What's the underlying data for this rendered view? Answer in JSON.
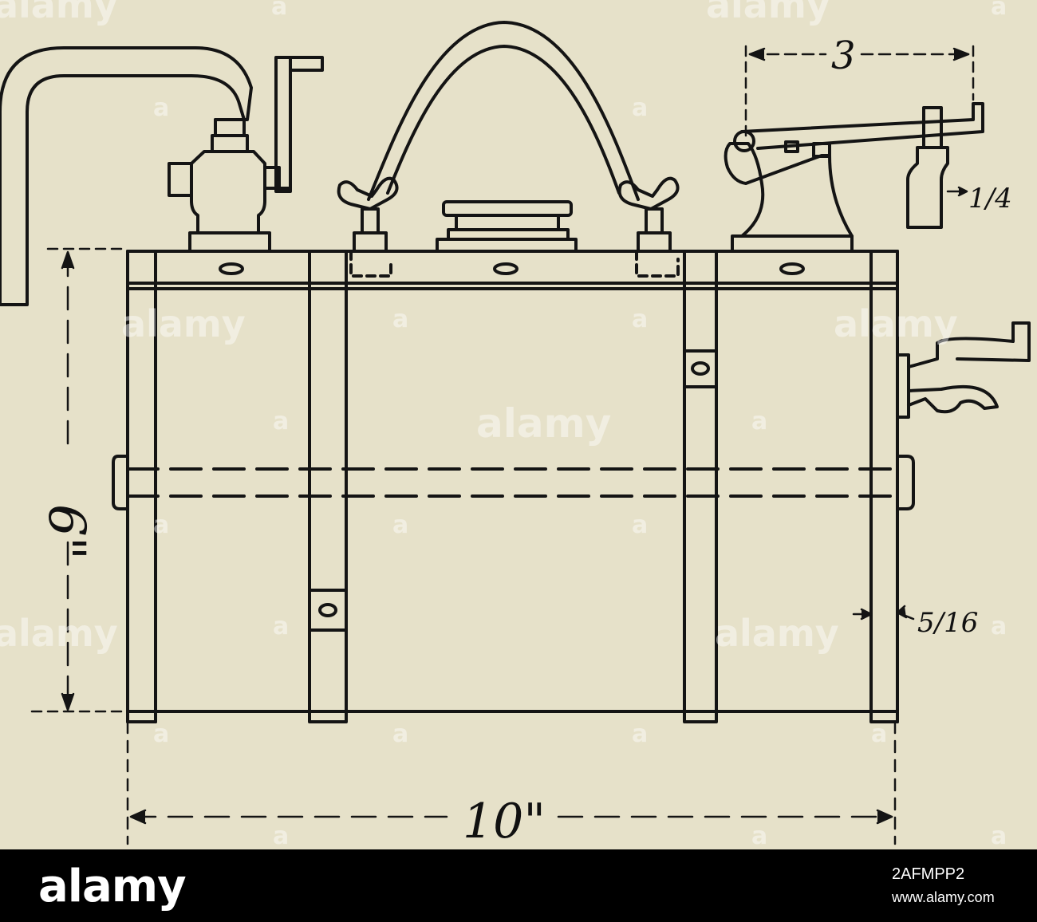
{
  "drawing": {
    "background": "#e6e1c9",
    "ink": "#141414",
    "dimensions": {
      "height_label": "6\"",
      "length_label": "10\"",
      "spout_label": "3",
      "lever_label": "1/4",
      "wall_label": "5/16"
    }
  },
  "watermark": {
    "text": "alamy",
    "letter": "a"
  },
  "footer": {
    "brand": "alamy",
    "image_id": "2AFMPP2",
    "url": "www.alamy.com"
  }
}
